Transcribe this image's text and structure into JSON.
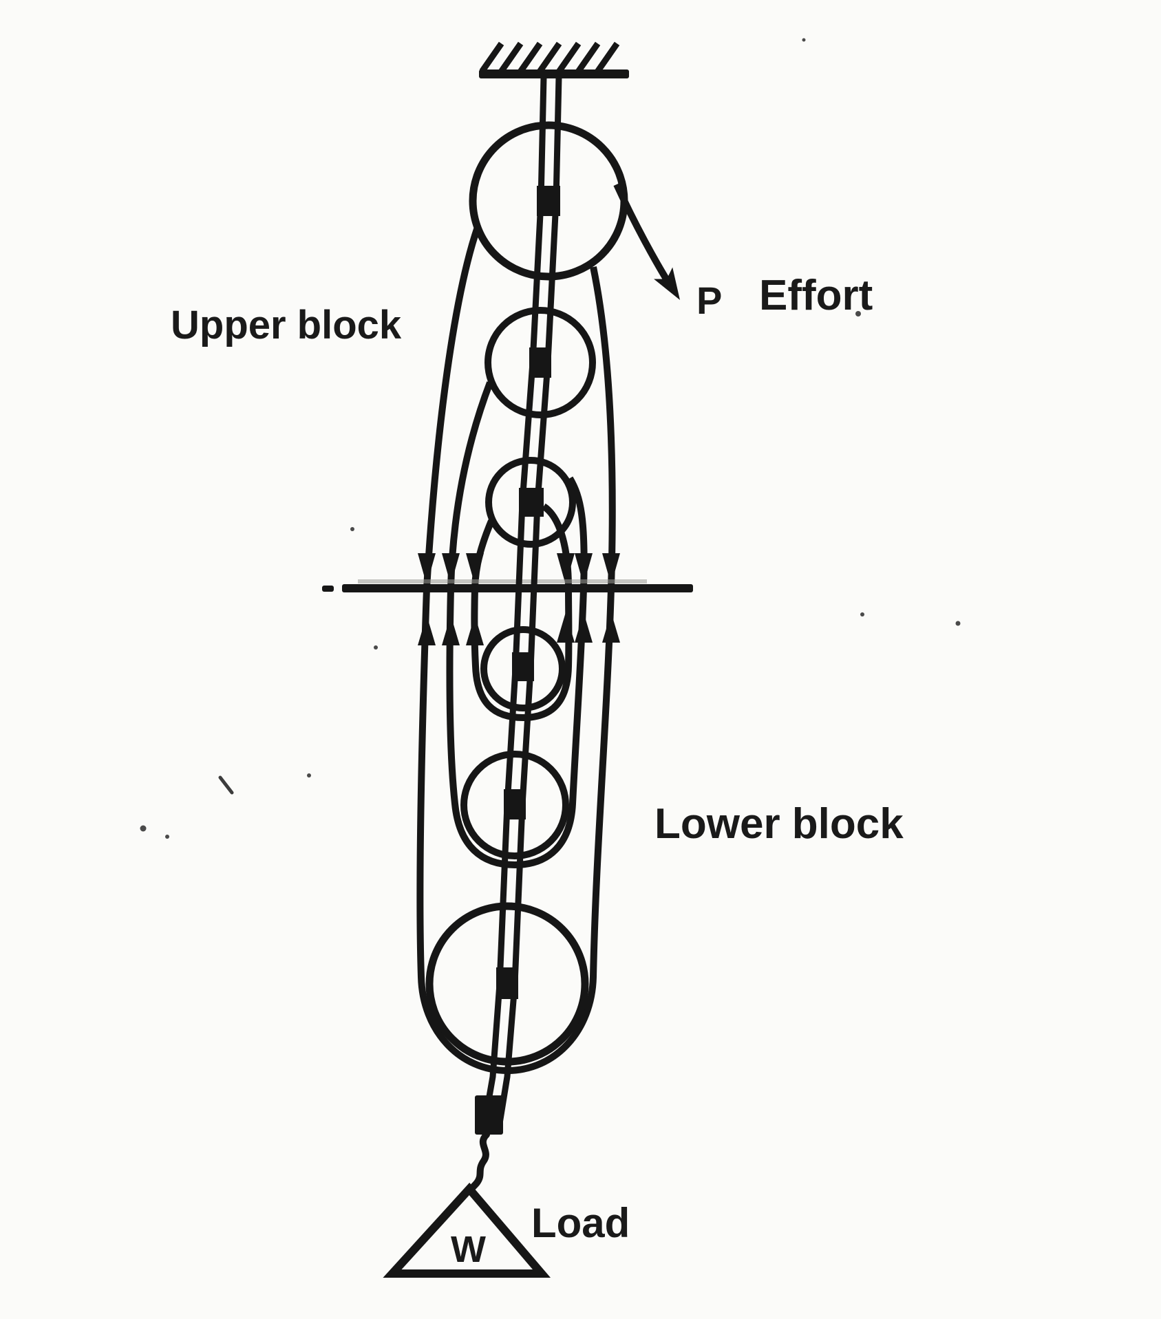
{
  "title": "Block and tackle pulley system diagram",
  "colors": {
    "ink": "#161616",
    "paper": "#fbfbf9"
  },
  "labels": {
    "upper_block": "Upper block",
    "effort_symbol": "P",
    "effort": "Effort",
    "lower_block": "Lower block",
    "load": "Load",
    "load_symbol": "W"
  },
  "diagram": {
    "type": "block-and-tackle pulley system",
    "upper_pulley_count": 3,
    "lower_pulley_count": 3,
    "rope_falls_marked_with_arrows": 6,
    "support": "hatched ceiling mount",
    "effort_direction": "pulled down-right from top pulley",
    "load_attachment": "hook with triangular weight W"
  }
}
